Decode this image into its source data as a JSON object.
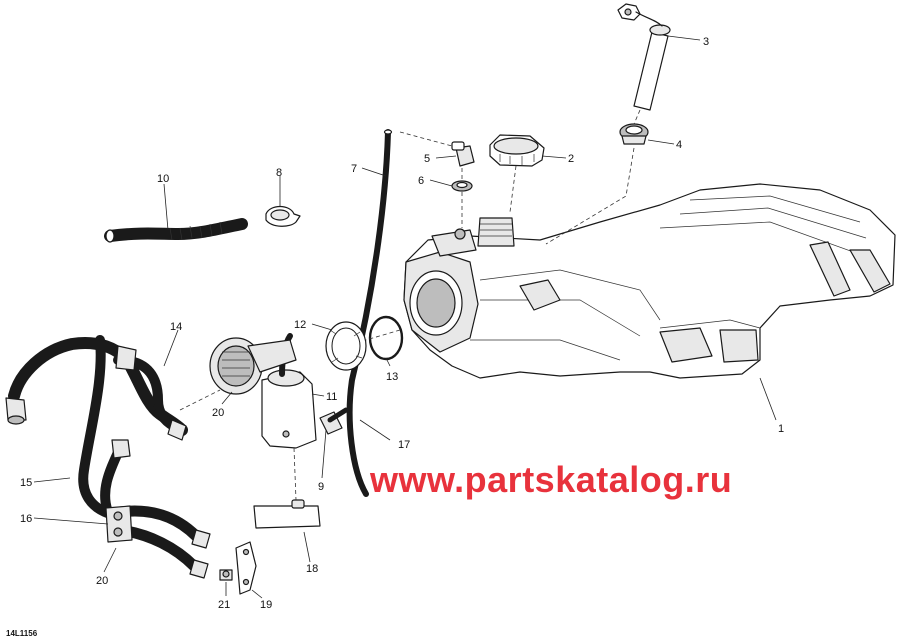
{
  "diagram": {
    "code": "14L1156",
    "watermark": {
      "text": "www.partskatalog.ru",
      "color": "#e8323c"
    },
    "callouts": [
      "1",
      "2",
      "3",
      "4",
      "5",
      "6",
      "7",
      "8",
      "9",
      "10",
      "11",
      "12",
      "13",
      "14",
      "15",
      "16",
      "17",
      "18",
      "19",
      "20",
      "20",
      "21"
    ],
    "parts": [
      {
        "id": "fuel-tank",
        "icon": "fuel-tank-shape"
      },
      {
        "id": "fuel-cap",
        "icon": "cap-shape"
      },
      {
        "id": "fuel-level-sender",
        "icon": "tube-shape"
      },
      {
        "id": "grommet",
        "icon": "ring-shape"
      },
      {
        "id": "check-valve",
        "icon": "valve-shape"
      },
      {
        "id": "seal-washer",
        "icon": "washer-shape"
      },
      {
        "id": "vent-hose",
        "icon": "hose-shape"
      },
      {
        "id": "clamp",
        "icon": "clamp-shape"
      },
      {
        "id": "fuel-line-fitting",
        "icon": "fitting-shape"
      },
      {
        "id": "filler-hose",
        "icon": "hose-shape"
      },
      {
        "id": "fuel-pump",
        "icon": "pump-shape"
      },
      {
        "id": "locking-ring",
        "icon": "ring-shape"
      },
      {
        "id": "o-ring",
        "icon": "ring-shape"
      },
      {
        "id": "hose-assembly",
        "icon": "hose-shape"
      },
      {
        "id": "supply-hose",
        "icon": "hose-shape"
      },
      {
        "id": "return-hose",
        "icon": "hose-shape"
      },
      {
        "id": "fuel-filter",
        "icon": "filter-shape"
      },
      {
        "id": "bracket",
        "icon": "bracket-shape"
      },
      {
        "id": "connector",
        "icon": "connector-shape"
      },
      {
        "id": "screw",
        "icon": "screw-shape"
      }
    ]
  }
}
